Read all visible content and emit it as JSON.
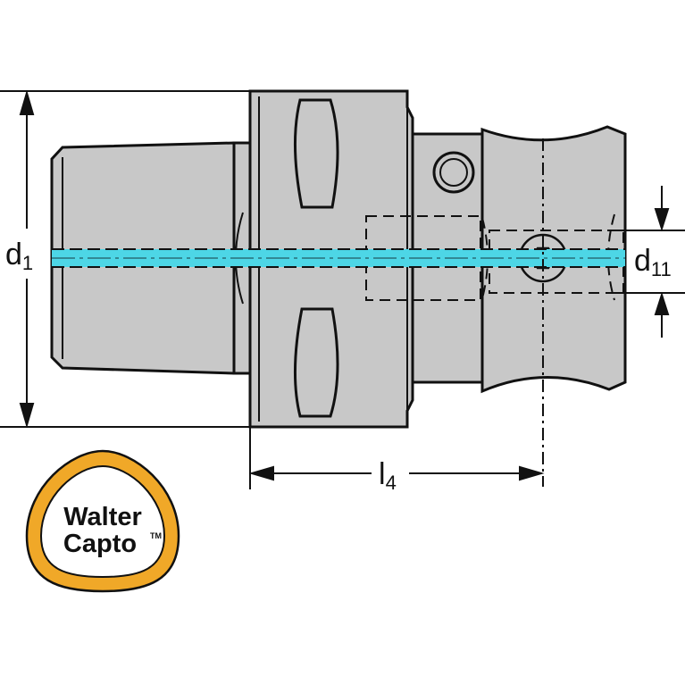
{
  "dimensions": {
    "d1": {
      "main": "d",
      "sub": "1"
    },
    "d11": {
      "main": "d",
      "sub": "11"
    },
    "l4": {
      "main": "l",
      "sub": "4"
    }
  },
  "logo": {
    "line1": "Walter",
    "line2": "Capto",
    "mark": "TM"
  },
  "colors": {
    "body": "#c8c8c8",
    "outline": "#111111",
    "coolant_channel": "#4dd6e6",
    "logo_ring": "#f0a828",
    "logo_inner": "#ffffff"
  }
}
